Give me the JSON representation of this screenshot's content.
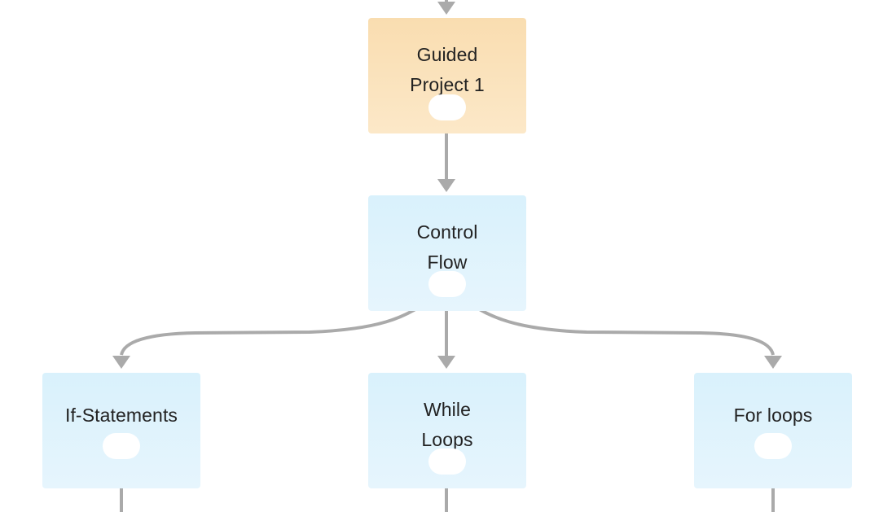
{
  "diagram": {
    "nodes": [
      {
        "id": "guided-project-1",
        "label": "Guided\nProject 1",
        "color": "#fbe3bb"
      },
      {
        "id": "control-flow",
        "label": "Control\nFlow",
        "color": "#ddf2fc"
      },
      {
        "id": "if-statements",
        "label": "If-Statements",
        "color": "#ddf2fc"
      },
      {
        "id": "while-loops",
        "label": "While\nLoops",
        "color": "#ddf2fc"
      },
      {
        "id": "for-loops",
        "label": "For loops",
        "color": "#ddf2fc"
      }
    ],
    "edges": [
      {
        "from": "guided-project-1",
        "to": "control-flow"
      },
      {
        "from": "control-flow",
        "to": "if-statements"
      },
      {
        "from": "control-flow",
        "to": "while-loops"
      },
      {
        "from": "control-flow",
        "to": "for-loops"
      }
    ],
    "edge_color": "#aaaaaa"
  }
}
